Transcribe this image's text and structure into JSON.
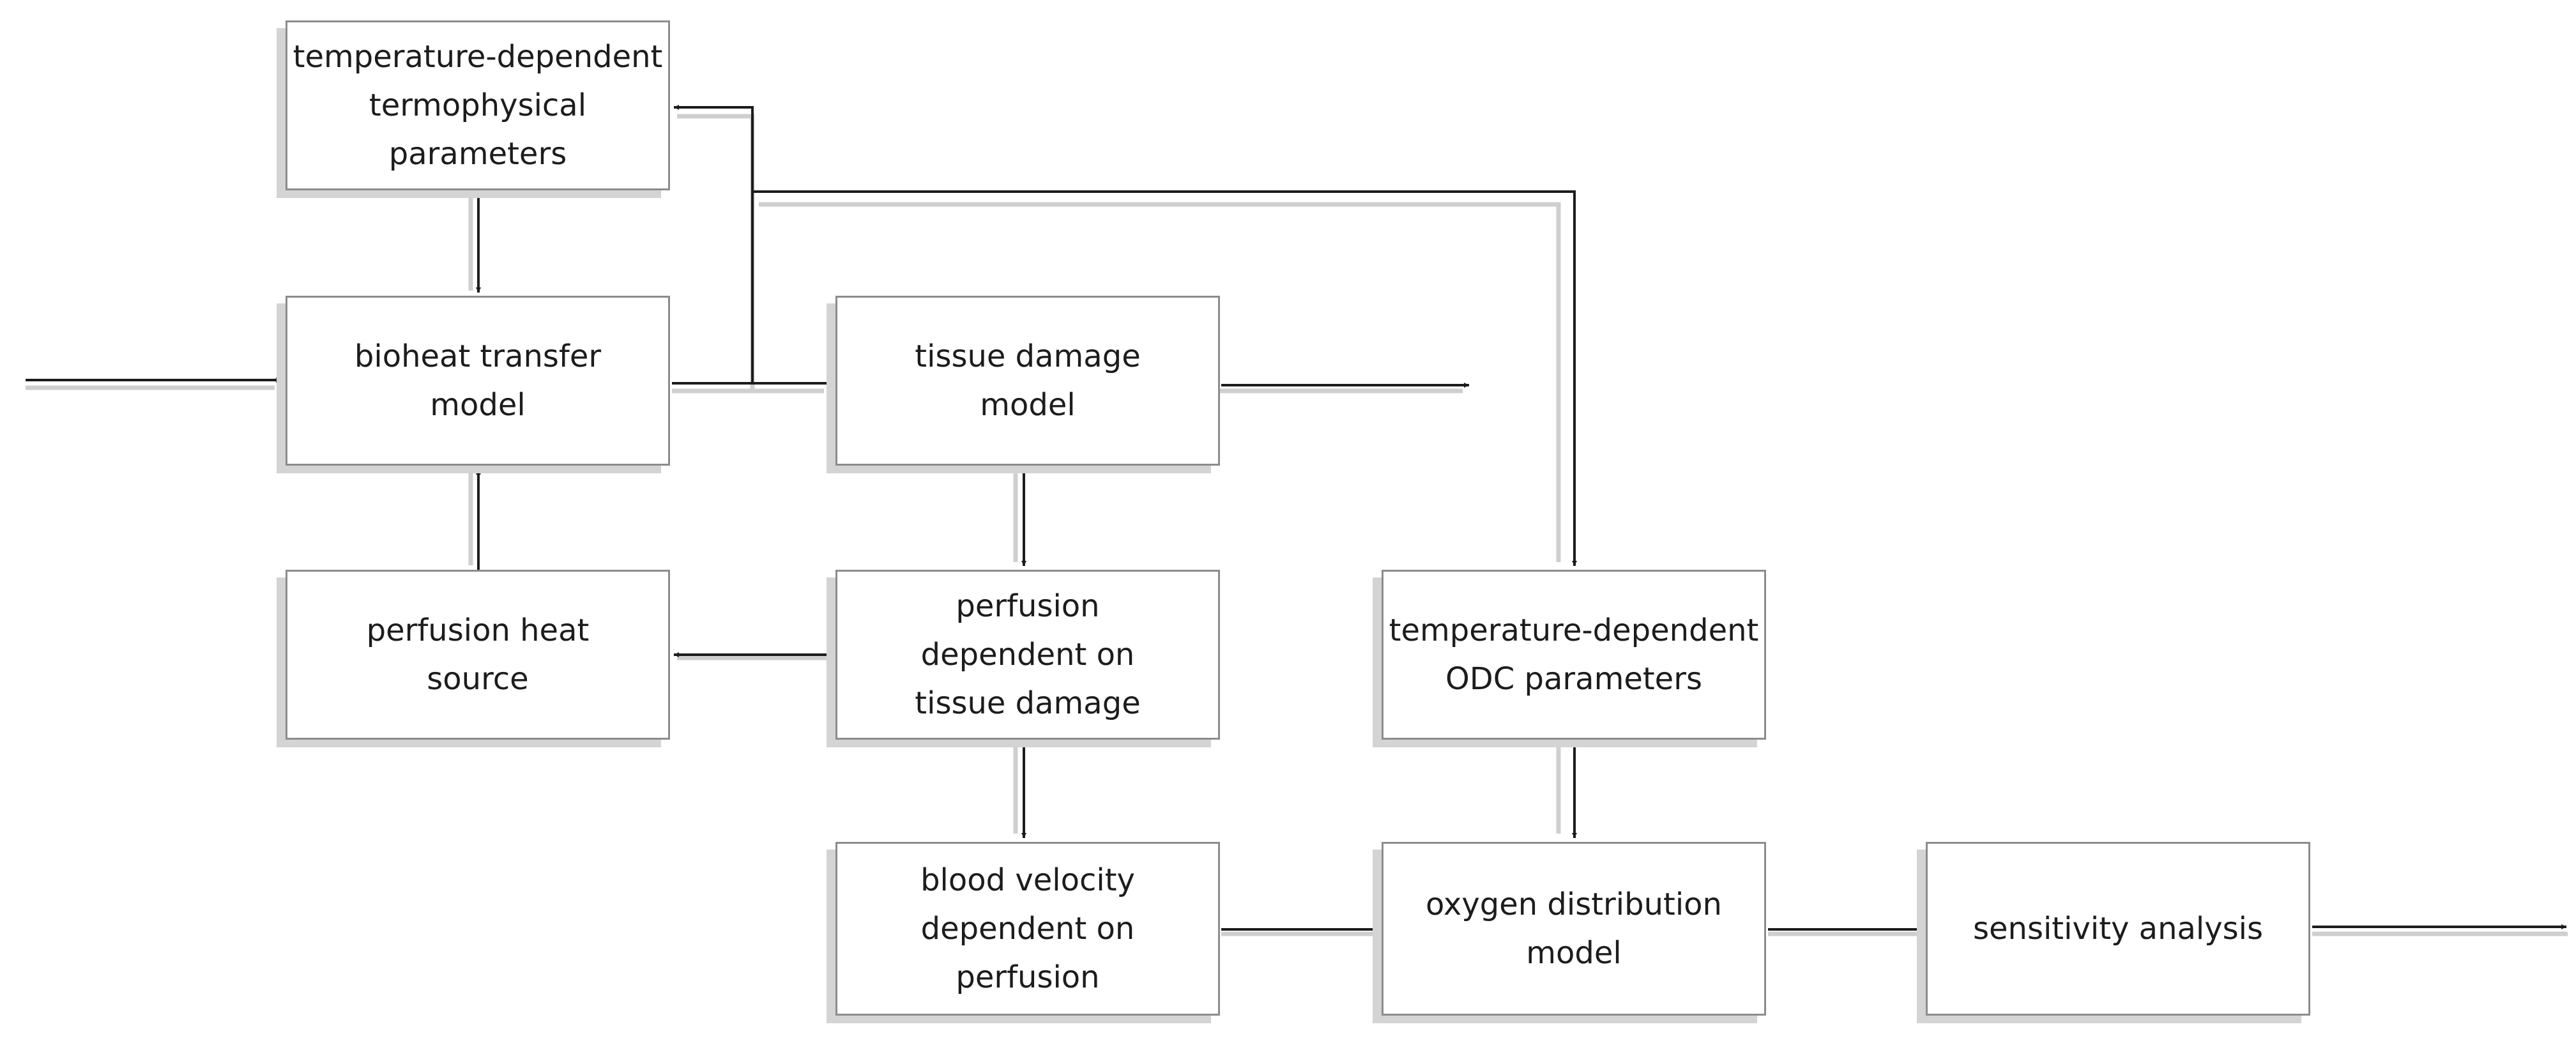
{
  "boxes": {
    "thermo": "temperature-dependent\ntermophysical\nparameters",
    "bioheat": "bioheat transfer\nmodel",
    "perfusion_source": "perfusion heat\nsource",
    "tissue_damage": "tissue damage\nmodel",
    "perfusion_dependent": "perfusion\ndependent on\ntissue damage",
    "blood_velocity": "blood velocity\ndependent on\nperfusion",
    "odc_params": "temperature-dependent\nODC parameters",
    "oxygen_model": "oxygen distribution\nmodel",
    "sensitivity": "sensitivity analysis"
  },
  "colors": {
    "line": "#1c1c1c",
    "shadow_line": "#cfcfcf",
    "box_border": "#8c8c8c",
    "box_shadow": "#d4d4d4"
  }
}
